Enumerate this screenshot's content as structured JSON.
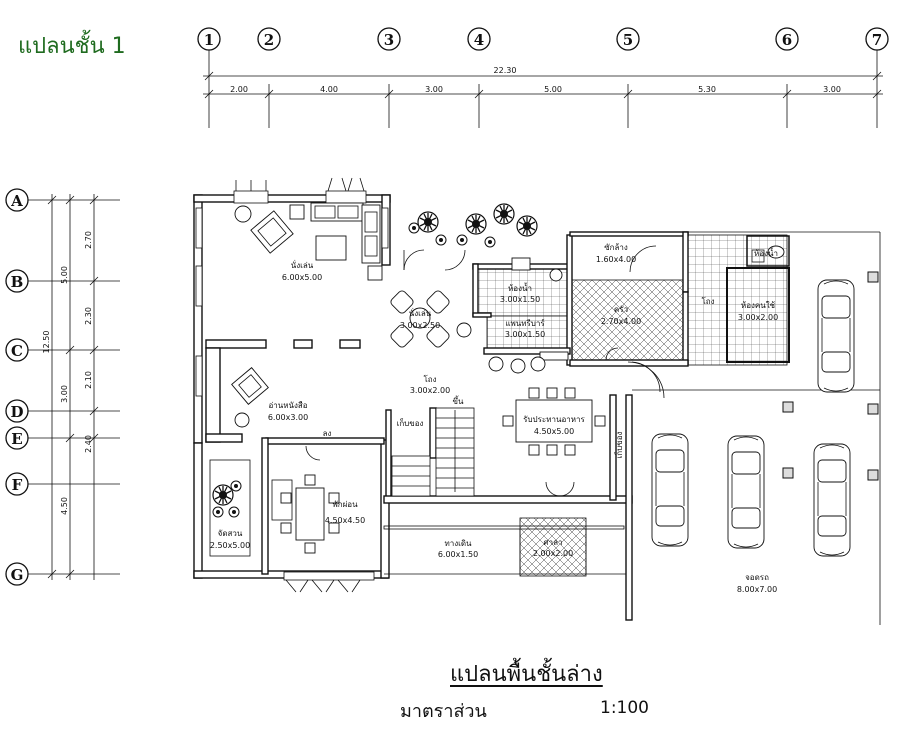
{
  "page_title": "แปลนชั้น 1",
  "drawing_title": "แปลนพื้นชั้นล่าง",
  "scale": {
    "label": "มาตราส่วน",
    "value": "1:100"
  },
  "grid": {
    "columns": [
      "1",
      "2",
      "3",
      "4",
      "5",
      "6",
      "7"
    ],
    "rows": [
      "A",
      "B",
      "C",
      "D",
      "E",
      "F",
      "G"
    ]
  },
  "dimensions": {
    "top_total": "22.30",
    "top_segments": [
      "2.00",
      "4.00",
      "3.00",
      "5.00",
      "5.30",
      "3.00"
    ],
    "left_total": "12.50",
    "left_mid": [
      "5.00",
      "3.00",
      "4.50"
    ],
    "left_segments": [
      "2.70",
      "2.30",
      "2.10",
      "2.40"
    ]
  },
  "rooms": {
    "living": {
      "name": "นั่งเล่น",
      "size": "6.00x5.00"
    },
    "lounge": {
      "name": "นั่งเล่น",
      "size": "3.00x2.50"
    },
    "pantry": {
      "name": "แพนทรีบาร์",
      "size": "3.00x1.50"
    },
    "bath": {
      "name": "ห้องน้ำ",
      "size": "3.00x1.50"
    },
    "laundry": {
      "name": "ซักล้าง",
      "size": "1.60x4.00"
    },
    "kitchen": {
      "name": "ครัว",
      "size": "2.70x4.00"
    },
    "maid_bath": {
      "name": "ห้องน้ำ",
      "size": ""
    },
    "maid": {
      "name": "ห้องคนใช้",
      "size": "3.00x2.00"
    },
    "corridor_label": "โถง",
    "reading": {
      "name": "อ่านหนังสือ",
      "size": "6.00x3.00"
    },
    "hall": {
      "name": "โถง",
      "size": "3.00x2.00"
    },
    "stair_up": "ขึ้น",
    "stair_down": "ลง",
    "storage_1": "เก็บของ",
    "storage_2": "เก็บของ",
    "dining": {
      "name": "รับประทานอาหาร",
      "size": "4.50x5.00"
    },
    "garden": {
      "name": "จัดสวน",
      "size": "2.50x5.00"
    },
    "family": {
      "name": "พักผ่อน",
      "size": "4.50x4.50"
    },
    "walkway": {
      "name": "ทางเดิน",
      "size": "6.00x1.50"
    },
    "pavilion": {
      "name": "ศาลา",
      "size": "2.00x2.00"
    },
    "garage": {
      "name": "จอดรถ",
      "size": "8.00x7.00"
    }
  }
}
